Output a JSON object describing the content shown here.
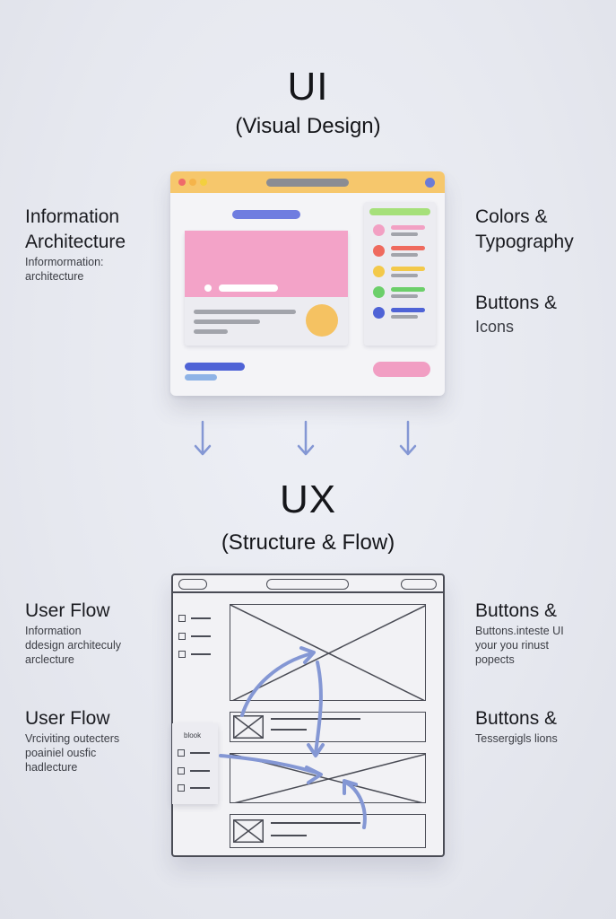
{
  "ui_section": {
    "title": "UI",
    "subtitle": "(Visual Design)",
    "left_heading": "Information\nArchitecture",
    "left_text": "Informormation:\narchitecture",
    "right_heading_1": "Colors &\nTypography",
    "right_heading_2": "Buttons &",
    "right_text_2": "Icons"
  },
  "ux_section": {
    "title": "UX",
    "subtitle": "(Structure & Flow)",
    "left_heading_1": "User Flow",
    "left_text_1": "Information\nddesign architeculy\narclecture",
    "left_heading_2": "User Flow",
    "left_text_2": "Vrciviting outecters\npoainiel ousfic\nhadlecture",
    "right_heading_1": "Buttons &",
    "right_text_1": "Buttons.inteste UI\nyour you rinust\npopects",
    "right_heading_2": "Buttons &",
    "right_text_2": "Tessergigls lions",
    "sidebar_label": "blook"
  },
  "colors": {
    "browser_bar": "#f6c76c",
    "pink": "#f3a3c8",
    "yellow_circle": "#f5c262",
    "blue_button": "#4f63d6",
    "pink_button": "#f19ec3",
    "arrow": "#8497d4",
    "dots": [
      "#ef6a6a",
      "#f5b44a",
      "#f3d03d"
    ],
    "swatches": [
      "#f2a0c3",
      "#ef6a5e",
      "#f3c94a",
      "#6ccf6a",
      "#4f63d6"
    ]
  }
}
